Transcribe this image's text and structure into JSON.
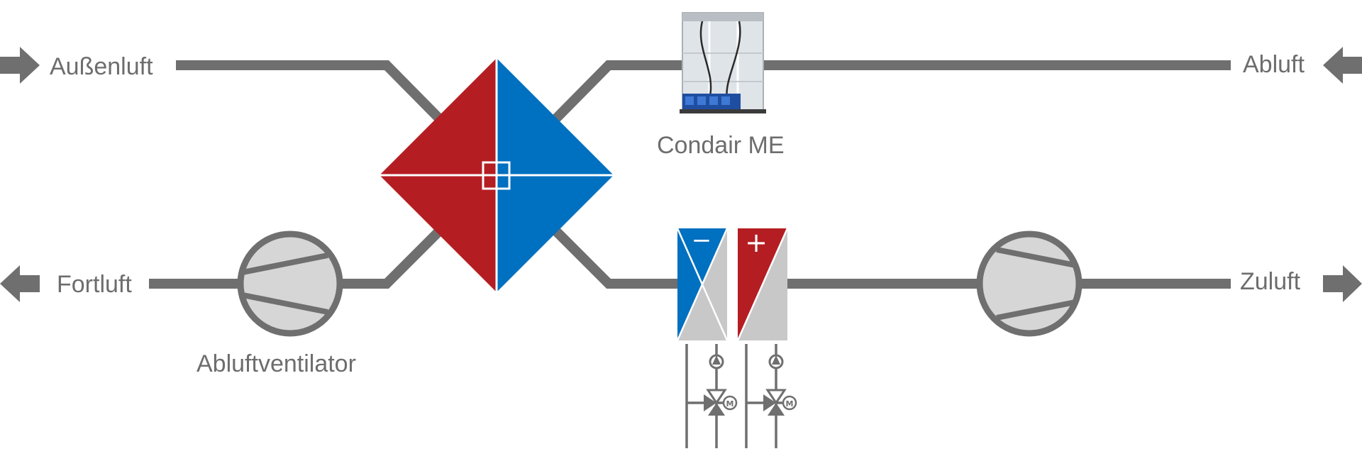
{
  "labels": {
    "outside_air": "Außenluft",
    "exhaust_air": "Abluft",
    "exit_air": "Fortluft",
    "supply_air": "Zuluft",
    "humidifier": "Condair ME",
    "exhaust_fan": "Abluftventilator"
  },
  "coil_symbols": {
    "cooling": "−",
    "heating": "+"
  },
  "valve_motor_symbol": "M",
  "colors": {
    "pipe": "#6f6f6f",
    "label": "#6d6d6d",
    "heat_red": "#b41e23",
    "cool_blue": "#0070c0",
    "fan_fill": "#d6d6d6",
    "coil_grey": "#c8c8c8"
  }
}
